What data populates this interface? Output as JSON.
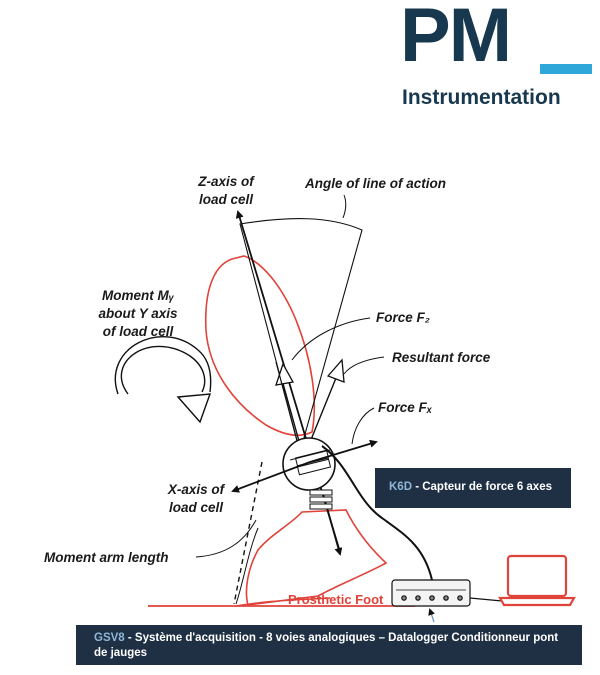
{
  "logo": {
    "main": "PM",
    "sub": "Instrumentation"
  },
  "labels": {
    "z_axis": [
      "Z-axis of",
      "load cell"
    ],
    "angle": "Angle of line of action",
    "moment": [
      "Moment Mᵧ",
      "about Y axis",
      "of load cell"
    ],
    "force_fz": "Force F₂",
    "resultant": "Resultant force",
    "force_fx": "Force Fₓ",
    "x_axis": [
      "X-axis of",
      "load cell"
    ],
    "moment_arm": "Moment arm length",
    "prosthetic_foot": "Prosthetic Foot"
  },
  "k6d": {
    "name": "K6D",
    "text": " - Capteur de force 6 axes"
  },
  "gsv8": {
    "name": "GSV8",
    "text": " - Système d'acquisition - 8 voies analogiques – Datalogger Conditionneur pont de jauges"
  },
  "colors": {
    "navy": "#1f3044",
    "red": "#e0433a",
    "accent": "#2fa7d8",
    "logo": "#17384f"
  }
}
